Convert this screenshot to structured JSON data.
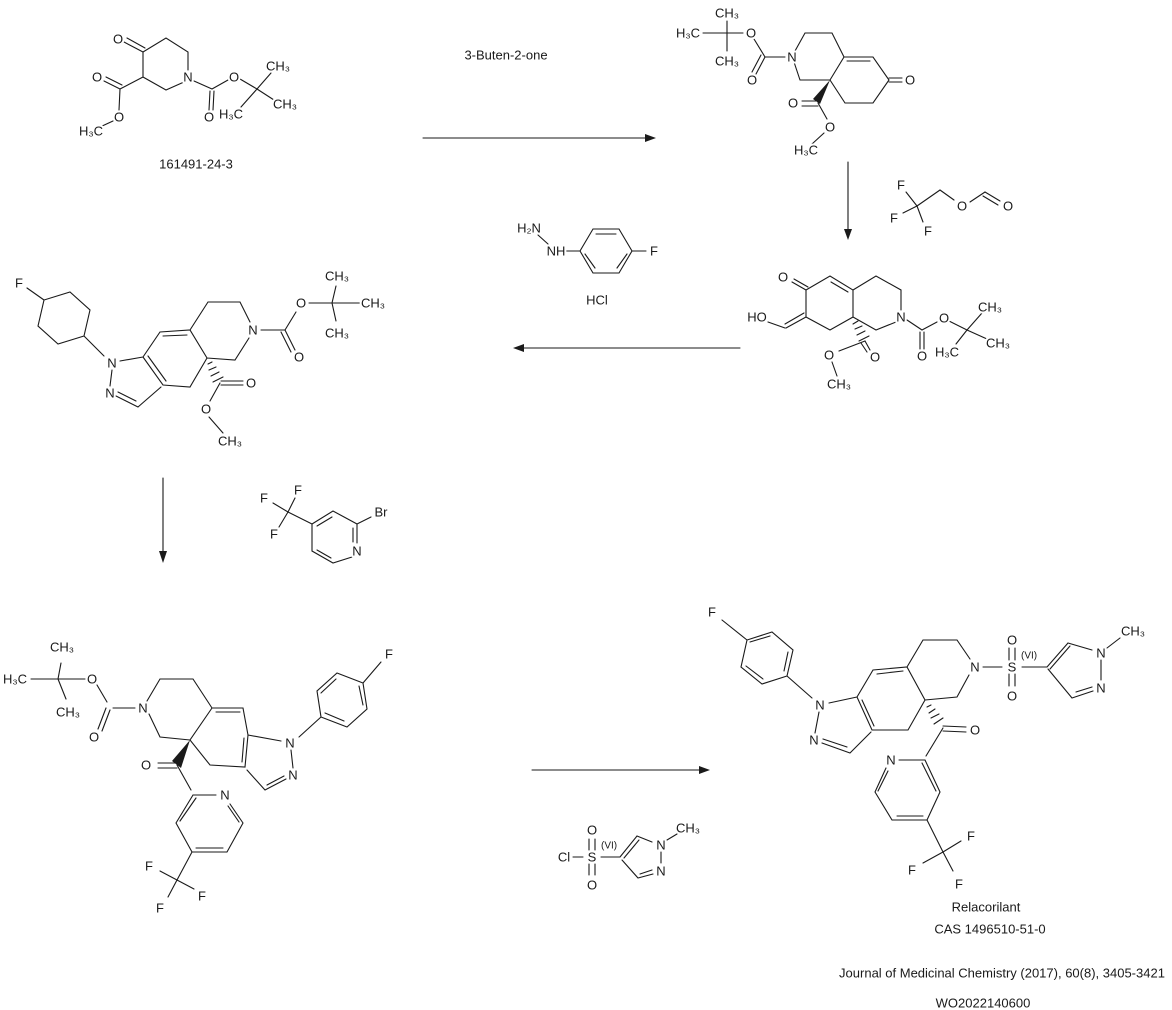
{
  "colors": {
    "ink": "#1a1a1a",
    "background": "#ffffff"
  },
  "atoms": {
    "O": "O",
    "N": "N",
    "F": "F",
    "S": "S",
    "Cl": "Cl",
    "Br": "Br",
    "HO": "HO",
    "NH": "NH",
    "H2N": "H₂N",
    "H3C": "H₃C",
    "CH3": "CH₃",
    "HCl": "HCl",
    "oxidation_state": "(VI)"
  },
  "captions": {
    "start_cas": "161491-24-3",
    "step1_reagent": "3-Buten-2-one",
    "step3_salt": "HCl",
    "product_name": "Relacorilant",
    "product_cas": "CAS 1496510-51-0",
    "reference_journal": "Journal of Medicinal Chemistry (2017), 60(8), 3405-3421",
    "reference_patent": "WO2022140600"
  }
}
